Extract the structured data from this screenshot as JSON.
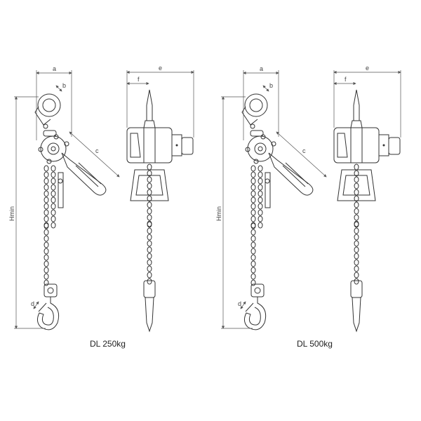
{
  "models": [
    {
      "caption": "DL 250kg",
      "dims": {
        "a": "a",
        "b": "b",
        "c": "c",
        "d": "d",
        "e": "e",
        "f": "f",
        "hmin": "Hmin"
      }
    },
    {
      "caption": "DL 500kg",
      "dims": {
        "a": "a",
        "b": "b",
        "c": "c",
        "d": "d",
        "e": "e",
        "f": "f",
        "hmin": "Hmin"
      }
    }
  ],
  "colors": {
    "line": "#333333",
    "background": "#ffffff"
  }
}
